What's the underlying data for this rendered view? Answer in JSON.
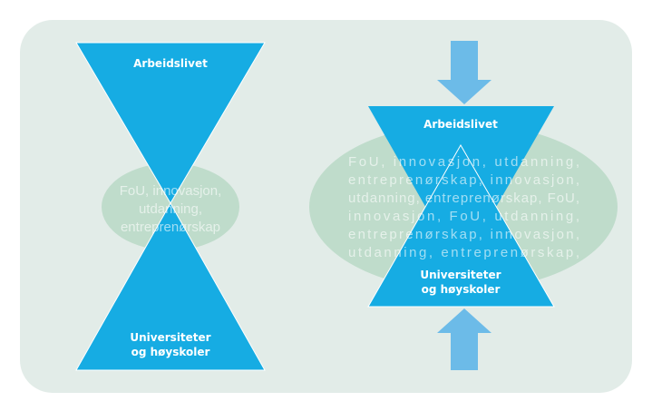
{
  "colors": {
    "background": "#e2ece8",
    "ellipse": "#bfdccb",
    "triangle": "#16ace3",
    "arrow": "#6cbbe8"
  },
  "left": {
    "top_label": "Arbeidslivet",
    "bottom_label_1": "Universiteter",
    "bottom_label_2": "og høyskoler",
    "ellipse_lines": [
      "FoU, innovasjon,",
      "utdanning,",
      "entreprenørskap"
    ]
  },
  "right": {
    "top_label": "Arbeidslivet",
    "bottom_label_1": "Universiteter",
    "bottom_label_2": "og høyskoler",
    "ellipse_lines": [
      "FoU, innovasjon, utdanning,",
      "entreprenørskap, innovasjon,",
      "utdanning, entreprenørskap, FoU,",
      "innovasjon, FoU, utdanning,",
      "entreprenørskap, innovasjon,",
      "utdanning, entreprenørskap,"
    ]
  }
}
